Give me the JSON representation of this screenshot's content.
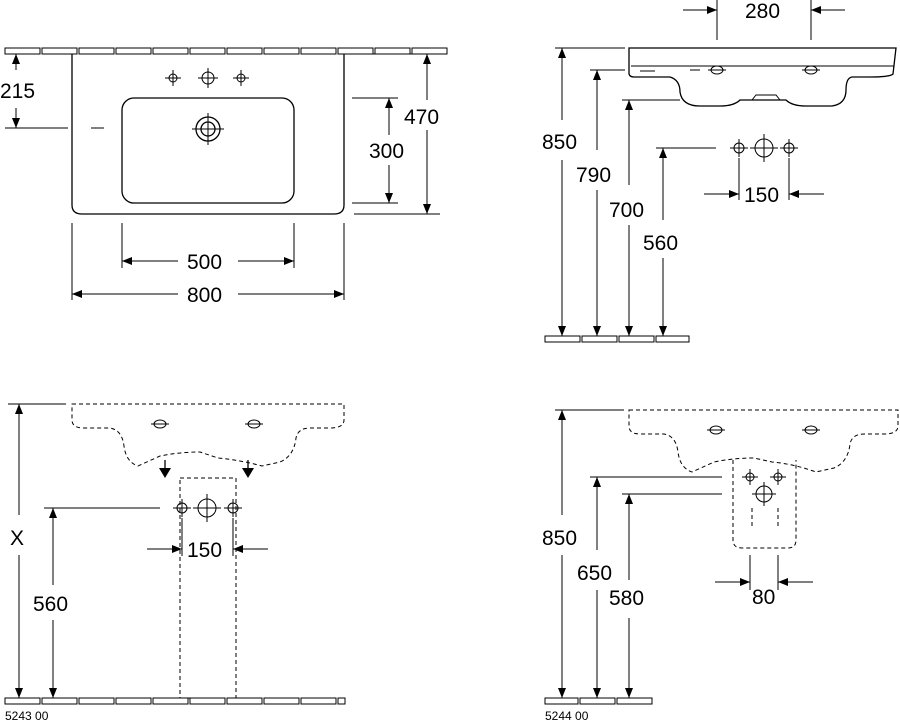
{
  "top_view": {
    "dims": {
      "basin_edge": "215",
      "depth": "470",
      "bowl_depth": "300",
      "bowl_width": "500",
      "width": "800"
    }
  },
  "side_view": {
    "dims": {
      "drain_offset": "280",
      "height_850": "850",
      "height_790": "790",
      "height_700": "700",
      "height_560": "560",
      "tap_spacing": "150"
    }
  },
  "pedestal_view": {
    "dims": {
      "height_x": "X",
      "height_560": "560",
      "tap_spacing": "150"
    },
    "code": "5243 00"
  },
  "semi_pedestal_view": {
    "dims": {
      "height_850": "850",
      "height_650": "650",
      "height_580": "580",
      "spacing_80": "80"
    },
    "code": "5244 00"
  }
}
